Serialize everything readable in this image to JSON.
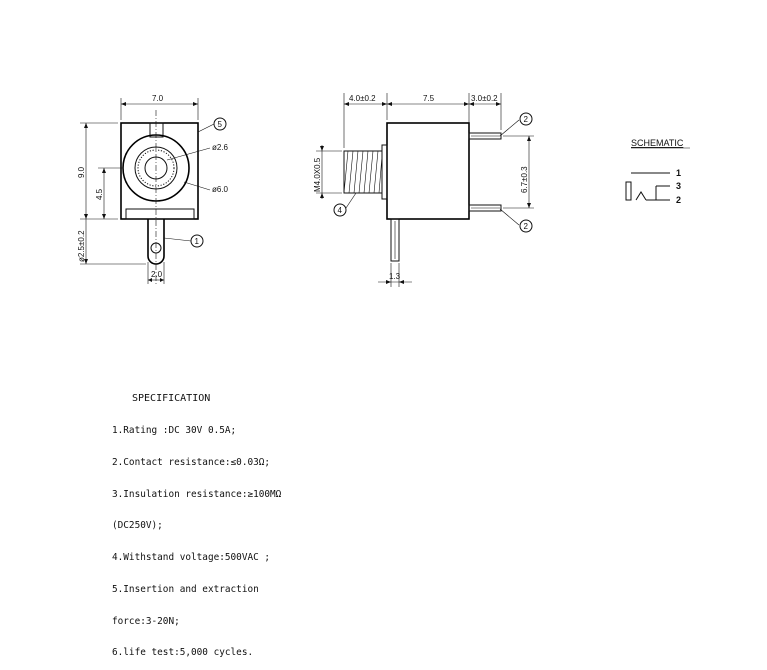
{
  "front_view": {
    "width_label": "7.0",
    "height_label": "9.0",
    "half_height_label": "4.5",
    "inner_diameter_label": "ø2.6",
    "outer_diameter_label": "ø6.0",
    "pin_diameter_label": "ø2.5±0.2",
    "pin_width_label": "2.0",
    "callouts": {
      "pin": "1",
      "shell": "5"
    }
  },
  "side_view": {
    "thread_length_label": "4.0±0.2",
    "body_length_label": "7.5",
    "pin_length_label": "3.0±0.2",
    "thread_label": "M4.0X0.5",
    "pin_spacing_label": "6.7±0.3",
    "bottom_pin_label": "1.3",
    "callouts": {
      "top_pin": "2",
      "thread": "4",
      "bottom_pin": "2"
    }
  },
  "schematic": {
    "title": "SCHEMATIC",
    "pins": [
      "1",
      "3",
      "2"
    ]
  },
  "specification": {
    "title": "SPECIFICATION",
    "lines": [
      "1.Rating :DC 30V 0.5A;",
      "2.Contact resistance:≤0.03Ω;",
      "3.Insulation resistance:≥100MΩ",
      "(DC250V);",
      "4.Withstand voltage:500VAC ;",
      "5.Insertion and extraction",
      "force:3-20N;",
      "6.life test:5,000 cycles."
    ]
  }
}
